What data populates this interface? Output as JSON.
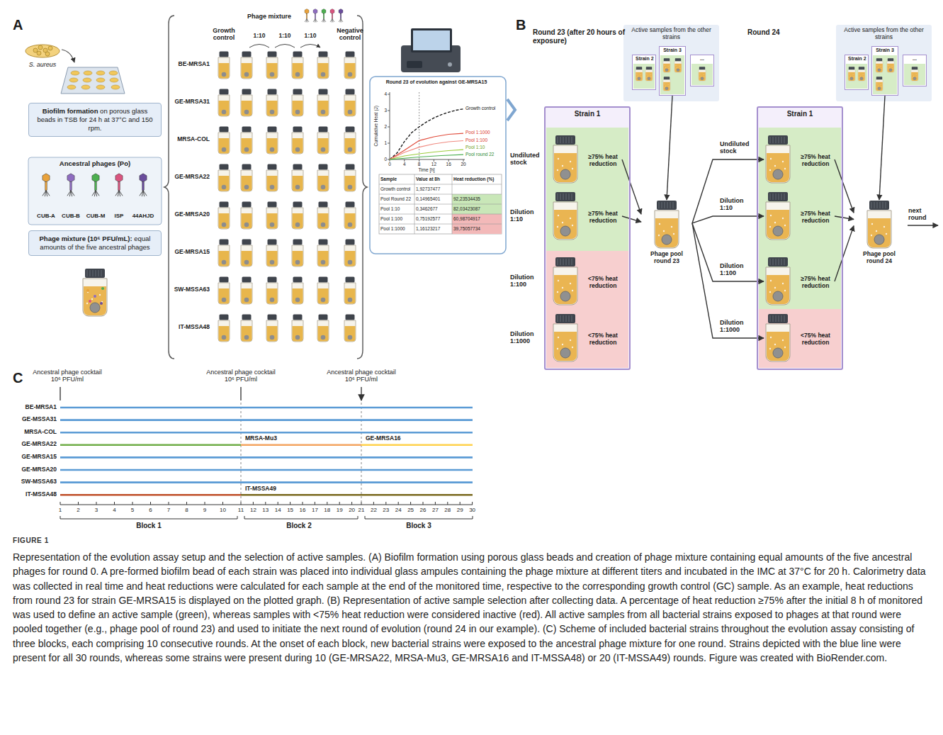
{
  "diagram": {
    "title": "FIGURE 1",
    "caption": "Representation of the evolution assay setup and the selection of active samples. (A) Biofilm formation using porous glass beads and creation of phage mixture containing equal amounts of the five ancestral phages for round 0. A pre-formed biofilm bead of each strain was placed into individual glass ampules containing the phage mixture at different titers and incubated in the IMC at 37°C for 20 h. Calorimetry data was collected in real time and heat reductions were calculated for each sample at the end of the monitored time, respective to the corresponding growth control (GC) sample. As an example, heat reductions from round 23 for strain GE-MRSA15 is displayed on the plotted graph. (B) Representation of active sample selection after collecting data. A percentage of heat reduction ≥75% after the initial 8 h of monitored was used to define an active sample (green), whereas samples with <75% heat reduction were considered inactive (red). All active samples from all bacterial strains exposed to phages at that round were pooled together (e.g., phage pool of round 23) and used to initiate the next round of evolution (round 24 in our example). (C) Scheme of included bacterial strains throughout the evolution assay consisting of three blocks, each comprising 10 consecutive rounds. At the onset of each block, new bacterial strains were exposed to the ancestral phage mixture for one round. Strains depicted with the blue line were present for all 30 rounds, whereas some strains were present during 10 (GE-MRSA22, MRSA-Mu3, GE-MRSA16 and IT-MSSA48) or 20 (IT-MSSA49) rounds. Figure was created with BioRender.com.",
    "nodes": [
      {
        "text": [
          "Biofilm formation",
          "on porous glass beads in TSB for 24 h at 37°C and 150 rpm."
        ]
      },
      {
        "text": [
          "Ancestral phages (Po)",
          "CUB-A",
          "CUB-B",
          "CUB-M",
          "ISP",
          "44AHJD"
        ]
      },
      {
        "text": [
          "Phage mixture (10⁶ PFU/mL):",
          "equal amounts of the five ancestral phages"
        ]
      },
      {
        "text": [
          "Active samples from the other strains"
        ]
      },
      {
        "text": [
          "Strain 2"
        ],
        "in": 3
      },
      {
        "text": [
          "Strain 3"
        ],
        "in": 3
      },
      {
        "text": [
          "..."
        ],
        "in": 3
      },
      {
        "text": [
          "Strain 1"
        ]
      },
      {
        "text": [
          "≥75% heat reduction"
        ],
        "in": 7
      },
      {
        "text": [
          "≥75% heat reduction"
        ],
        "in": 7
      },
      {
        "text": [
          "<75% heat reduction"
        ],
        "in": 7
      },
      {
        "text": [
          "<75% heat reduction"
        ],
        "in": 7
      },
      {
        "text": [
          "Phage pool round 23"
        ]
      },
      {
        "text": [
          "Active samples from the other strains"
        ]
      },
      {
        "text": [
          "Strain 2"
        ],
        "in": 13
      },
      {
        "text": [
          "Strain 3"
        ],
        "in": 13
      },
      {
        "text": [
          "..."
        ],
        "in": 13
      },
      {
        "text": [
          "Strain 1"
        ]
      },
      {
        "text": [
          "≥75% heat reduction"
        ],
        "in": 17
      },
      {
        "text": [
          "≥75% heat reduction"
        ],
        "in": 17
      },
      {
        "text": [
          "≥75% heat reduction"
        ],
        "in": 17
      },
      {
        "text": [
          "<75% heat reduction"
        ],
        "in": 17
      },
      {
        "text": [
          "Phage pool round 24"
        ]
      }
    ],
    "edges": [
      {
        "from": 8,
        "to": 12,
        "arrow": "to"
      },
      {
        "from": 9,
        "to": 12,
        "arrow": "to"
      },
      {
        "from": 5,
        "to": 12,
        "arrow": "to"
      },
      {
        "from": 12,
        "to": 18,
        "arrow": "to"
      },
      {
        "from": 12,
        "to": 19,
        "arrow": "to"
      },
      {
        "from": 12,
        "to": 20,
        "arrow": "to"
      },
      {
        "from": 12,
        "to": 21,
        "arrow": "to"
      },
      {
        "from": 18,
        "to": 22,
        "arrow": "to"
      },
      {
        "from": 19,
        "to": 22,
        "arrow": "to"
      },
      {
        "from": 20,
        "to": 22,
        "arrow": "to"
      },
      {
        "from": 15,
        "to": 22,
        "arrow": "to"
      }
    ],
    "labels": [
      "A",
      "S. aureus",
      "Growth control",
      "Phage mixture",
      "1:10",
      "1:10",
      "1:10",
      "Negative control",
      "BE-MRSA1",
      "GE-MRSA31",
      "MRSA-COL",
      "GE-MRSA22",
      "GE-MRSA20",
      "GE-MRSA15",
      "SW-MSSA63",
      "IT-MSSA48",
      "Round 23 of evolution against GE-MRSA15",
      "Cumulative Heat (J)",
      "0",
      "1",
      "2",
      "3",
      "4",
      "0",
      "4",
      "8",
      "12",
      "16",
      "20",
      "Time [h]",
      "Growth control",
      "Pool 1:1000",
      "Pool 1:100",
      "Pool 1:10",
      "Pool round 22",
      "Sample",
      "Value at 8h",
      "Heat reduction (%)",
      "Growth control",
      "1,92737477",
      "Pool Round 22",
      "0,14965401",
      "92,23534435",
      "Pool 1:10",
      "0,3462677",
      "82,03423087",
      "Pool 1:100",
      "0,75192577",
      "60,98704917",
      "Pool 1:1000",
      "1,16123217",
      "39,75057734",
      "B",
      "Round 23 (after 20 hours of exposure)",
      "Round 24",
      "Undiluted stock",
      "Dilution 1:10",
      "Dilution 1:100",
      "Dilution 1:1000",
      "Undiluted stock",
      "Dilution 1:10",
      "Dilution 1:100",
      "Dilution 1:1000",
      "next round",
      "C",
      "Ancestral phage cocktail 10⁶ PFU/ml",
      "Ancestral phage cocktail 10⁶ PFU/ml",
      "Ancestral phage cocktail 10⁶ PFU/ml",
      "BE-MRSA1",
      "GE-MSSA31",
      "MRSA-COL",
      "GE-MRSA22",
      "GE-MRSA15",
      "GE-MRSA20",
      "SW-MSSA63",
      "IT-MSSA48",
      "MRSA-Mu3",
      "GE-MRSA16",
      "IT-MSSA49",
      "1",
      "2",
      "3",
      "4",
      "5",
      "6",
      "7",
      "8",
      "9",
      "10",
      "11",
      "12",
      "13",
      "14",
      "15",
      "16",
      "17",
      "18",
      "19",
      "20",
      "21",
      "22",
      "23",
      "24",
      "25",
      "26",
      "27",
      "28",
      "29",
      "30",
      "Block 1",
      "Block 2",
      "Block 3"
    ]
  }
}
